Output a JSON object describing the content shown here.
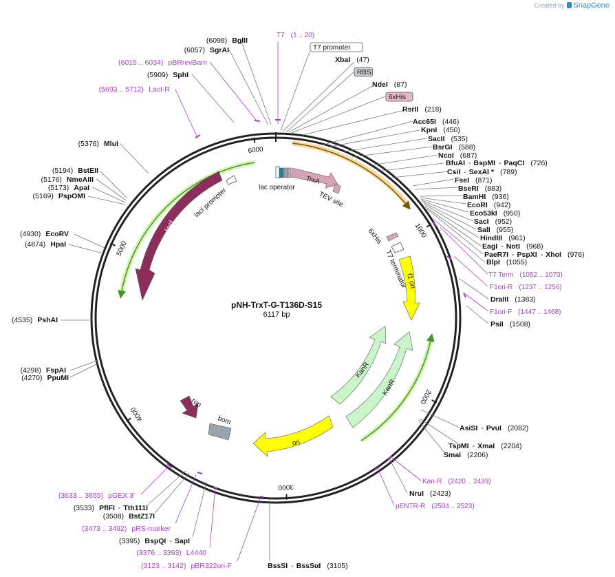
{
  "header": {
    "created_by": "Created by",
    "brand": "SnapGene"
  },
  "plasmid": {
    "name": "pNH-TrxT-G-T136D-S15",
    "length_label": "6117 bp",
    "length": 6117
  },
  "ticks": [
    "1000",
    "2000",
    "3000",
    "4000",
    "5000",
    "6000"
  ],
  "colors": {
    "backbone": "#222222",
    "lacI": "#8c2d5c",
    "rop": "#8c2d5c",
    "bom": "#9aa3ad",
    "kanR": "#c9f5c9",
    "ori": "#ffff00",
    "f1ori": "#ffff00",
    "trxA": "#d7a3b7",
    "tev": "#d7a3b7",
    "primer": "#a53ec8",
    "orf": "#3e9a22",
    "orf_glow": "#d7f3b4",
    "main_orf": "#7a5600",
    "main_orf_glow": "#f7d8a0"
  },
  "features": {
    "lacI": "lacI",
    "lacI_promoter": "lacI promoter",
    "lac_operator": "lac operator",
    "TrxA": "TrxA",
    "TEV_site": "TEV site",
    "sixHis": "6xHis",
    "T7_terminator": "T7 terminator",
    "f1_ori": "f1 ori",
    "KanR_1": "KanR",
    "KanR_2": "KanR",
    "ori": "ori",
    "rop": "rop",
    "bom": "bom"
  },
  "right_labels": [
    {
      "name": "T7",
      "pos": "(1 .. 20)",
      "kind": "primer"
    },
    {
      "name": "T7 promoter",
      "kind": "boxed"
    },
    {
      "name": "XbaI",
      "pos": "(47)"
    },
    {
      "name": "RBS",
      "kind": "boxed_gray"
    },
    {
      "name": "NdeI",
      "pos": "(87)"
    },
    {
      "name": "6xHis",
      "kind": "boxed_pink"
    },
    {
      "name": "RsrII",
      "pos": "(218)"
    },
    {
      "name": "Acc65I",
      "pos": "(446)"
    },
    {
      "name": "KpnI",
      "pos": "(450)"
    },
    {
      "name": "SacII",
      "pos": "(535)"
    },
    {
      "name": "BsrGI",
      "pos": "(588)"
    },
    {
      "name": "NcoI",
      "pos": "(687)"
    },
    {
      "name": "BfuAI",
      "name2": "BspMI",
      "name3": "PaqCI",
      "pos": "(726)"
    },
    {
      "name": "CsiI",
      "name2": "SexAI *",
      "pos": "(789)"
    },
    {
      "name": "FseI",
      "pos": "(871)"
    },
    {
      "name": "BseRI",
      "pos": "(883)"
    },
    {
      "name": "BamHI",
      "pos": "(936)"
    },
    {
      "name": "EcoRI",
      "pos": "(942)"
    },
    {
      "name": "Eco53kI",
      "pos": "(950)"
    },
    {
      "name": "SacI",
      "pos": "(952)"
    },
    {
      "name": "SalI",
      "pos": "(955)"
    },
    {
      "name": "HindIII",
      "pos": "(961)"
    },
    {
      "name": "EagI",
      "name2": "NotI",
      "pos": "(968)"
    },
    {
      "name": "PaeR7I",
      "name2": "PspXI",
      "name3": "XhoI",
      "pos": "(976)"
    },
    {
      "name": "BlpI",
      "pos": "(1055)"
    },
    {
      "name": "T7 Term",
      "pos": "(1052 .. 1070)",
      "kind": "primer"
    },
    {
      "name": "F1ori-R",
      "pos": "(1237 .. 1256)",
      "kind": "primer"
    },
    {
      "name": "DraIII",
      "pos": "(1383)"
    },
    {
      "name": "F1ori-F",
      "pos": "(1447 .. 1468)",
      "kind": "primer"
    },
    {
      "name": "PsiI",
      "pos": "(1508)"
    },
    {
      "name": "AsiSI",
      "name2": "PvuI",
      "pos": "(2082)"
    },
    {
      "name": "TspMI",
      "name2": "XmaI",
      "pos": "(2204)"
    },
    {
      "name": "SmaI",
      "pos": "(2206)"
    },
    {
      "name": "Kan-R",
      "pos": "(2420 .. 2439)",
      "kind": "primer"
    },
    {
      "name": "NruI",
      "pos": "(2423)"
    },
    {
      "name": "pENTR-R",
      "pos": "(2504 .. 2523)",
      "kind": "primer"
    }
  ],
  "bottom_labels": [
    {
      "name": "BssSI",
      "name2": "BssSαI",
      "pos": "(3105)"
    },
    {
      "name": "pBR322ori-F",
      "pos": "(3123 .. 3142)",
      "kind": "primer"
    },
    {
      "name": "L4440",
      "pos": "(3376 .. 3393)",
      "kind": "primer"
    },
    {
      "name": "BspQI",
      "name2": "SapI",
      "pos": "(3395)"
    },
    {
      "name": "pRS-marker",
      "pos": "(3473 .. 3492)",
      "kind": "primer"
    },
    {
      "name": "BstZ17I",
      "pos": "(3508)"
    },
    {
      "name": "PflFI",
      "name2": "Tth111I",
      "pos": "(3533)"
    },
    {
      "name": "pGEX 3'",
      "pos": "(3633 .. 3655)",
      "kind": "primer"
    }
  ],
  "left_labels": [
    {
      "name": "PpuMI",
      "pos": "(4270)"
    },
    {
      "name": "FspAI",
      "pos": "(4298)"
    },
    {
      "name": "PshAI",
      "pos": "(4535)"
    },
    {
      "name": "HpaI",
      "pos": "(4874)"
    },
    {
      "name": "EcoRV",
      "pos": "(4930)"
    },
    {
      "name": "PspOMI",
      "pos": "(5169)"
    },
    {
      "name": "ApaI",
      "pos": "(5173)"
    },
    {
      "name": "NmeAIII",
      "pos": "(5176)"
    },
    {
      "name": "BstEII",
      "pos": "(5194)"
    },
    {
      "name": "MluI",
      "pos": "(5376)"
    },
    {
      "name": "LacI-R",
      "pos": "(5693 .. 5712)",
      "kind": "primer"
    },
    {
      "name": "SphI",
      "pos": "(5909)"
    },
    {
      "name": "pBRrevBam",
      "pos": "(6015 .. 6034)",
      "kind": "primer"
    },
    {
      "name": "SgrAI",
      "pos": "(6057)"
    },
    {
      "name": "BglII",
      "pos": "(6098)"
    }
  ]
}
